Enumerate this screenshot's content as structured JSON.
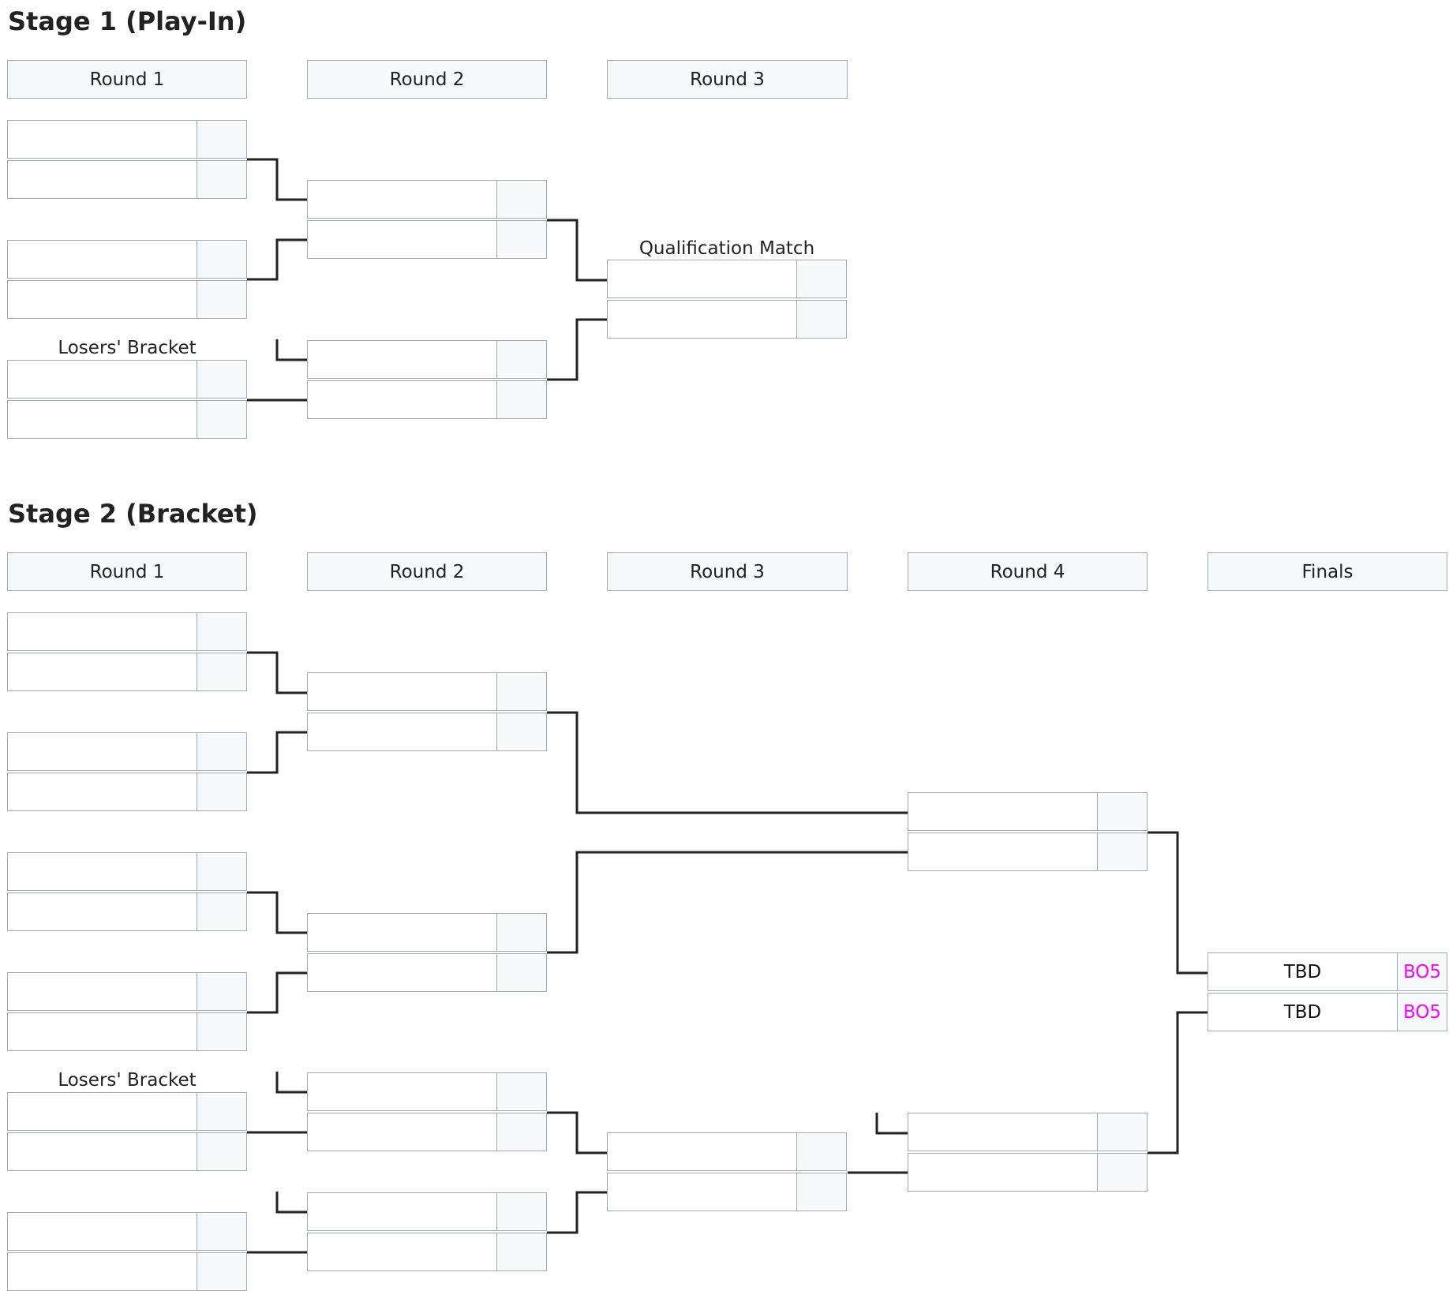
{
  "stages": [
    {
      "title": "Stage 1 (Play-In)",
      "rounds": [
        "Round 1",
        "Round 2",
        "Round 3"
      ],
      "labels": [
        "Losers' Bracket",
        "Qualification Match"
      ],
      "matches": [
        {
          "id": "s1-r1-m1",
          "teams": [
            "",
            ""
          ],
          "scores": [
            "",
            ""
          ]
        },
        {
          "id": "s1-r1-m2",
          "teams": [
            "",
            ""
          ],
          "scores": [
            "",
            ""
          ]
        },
        {
          "id": "s1-r1-m3",
          "teams": [
            "",
            ""
          ],
          "scores": [
            "",
            ""
          ]
        },
        {
          "id": "s1-r2-m1",
          "teams": [
            "",
            ""
          ],
          "scores": [
            "",
            ""
          ]
        },
        {
          "id": "s1-r2-m2",
          "teams": [
            "",
            ""
          ],
          "scores": [
            "",
            ""
          ]
        },
        {
          "id": "s1-r3-m1",
          "teams": [
            "",
            ""
          ],
          "scores": [
            "",
            ""
          ]
        }
      ]
    },
    {
      "title": "Stage 2 (Bracket)",
      "rounds": [
        "Round 1",
        "Round 2",
        "Round 3",
        "Round 4",
        "Finals"
      ],
      "labels": [
        "Losers' Bracket"
      ],
      "matches": [
        {
          "id": "s2-r1-m1",
          "teams": [
            "",
            ""
          ],
          "scores": [
            "",
            ""
          ]
        },
        {
          "id": "s2-r1-m2",
          "teams": [
            "",
            ""
          ],
          "scores": [
            "",
            ""
          ]
        },
        {
          "id": "s2-r1-m3",
          "teams": [
            "",
            ""
          ],
          "scores": [
            "",
            ""
          ]
        },
        {
          "id": "s2-r1-m4",
          "teams": [
            "",
            ""
          ],
          "scores": [
            "",
            ""
          ]
        },
        {
          "id": "s2-r1-m5",
          "teams": [
            "",
            ""
          ],
          "scores": [
            "",
            ""
          ]
        },
        {
          "id": "s2-r1-m6",
          "teams": [
            "",
            ""
          ],
          "scores": [
            "",
            ""
          ]
        },
        {
          "id": "s2-r2-m1",
          "teams": [
            "",
            ""
          ],
          "scores": [
            "",
            ""
          ]
        },
        {
          "id": "s2-r2-m2",
          "teams": [
            "",
            ""
          ],
          "scores": [
            "",
            ""
          ]
        },
        {
          "id": "s2-r2-m3",
          "teams": [
            "",
            ""
          ],
          "scores": [
            "",
            ""
          ]
        },
        {
          "id": "s2-r2-m4",
          "teams": [
            "",
            ""
          ],
          "scores": [
            "",
            ""
          ]
        },
        {
          "id": "s2-r3-m1",
          "teams": [
            "",
            ""
          ],
          "scores": [
            "",
            ""
          ]
        },
        {
          "id": "s2-r4-m1",
          "teams": [
            "",
            ""
          ],
          "scores": [
            "",
            ""
          ]
        },
        {
          "id": "s2-r4-m2",
          "teams": [
            "",
            ""
          ],
          "scores": [
            "",
            ""
          ]
        },
        {
          "id": "s2-finals",
          "teams": [
            "TBD",
            "TBD"
          ],
          "scores": [
            "BO5",
            "BO5"
          ]
        }
      ]
    }
  ],
  "colors": {
    "connector": "#222222",
    "cell_border": "#a2a9b1",
    "score_bg": "#f8f9fa",
    "score_text": "#ff00ff"
  }
}
